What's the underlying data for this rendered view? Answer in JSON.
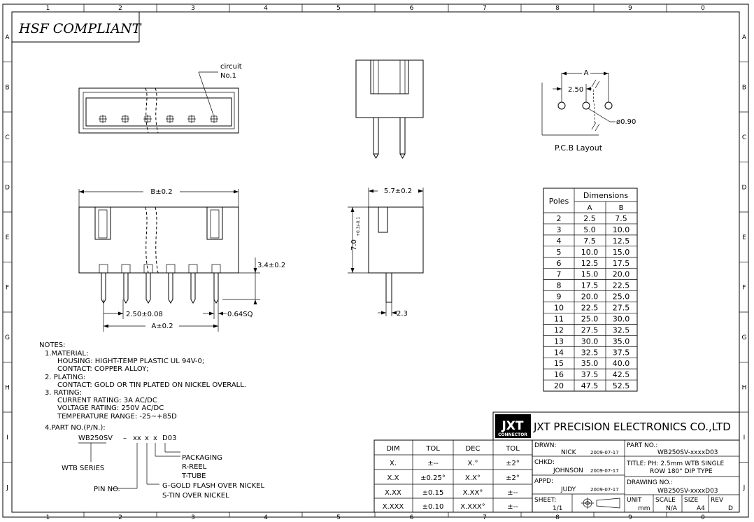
{
  "frame": {
    "cols": [
      "1",
      "2",
      "3",
      "4",
      "5",
      "6",
      "7",
      "8",
      "9",
      "0"
    ],
    "rows": [
      "A",
      "B",
      "C",
      "D",
      "E",
      "F",
      "G",
      "H",
      "I",
      "J"
    ]
  },
  "compliance_label": "HSF COMPLIANT",
  "top_view": {
    "circuit_label": "circuit",
    "no1_label": "No.1"
  },
  "front_view": {
    "dim_b": "B±0.2",
    "dim_height": "3.4±0.2",
    "dim_pitch": "2.50±0.08",
    "dim_pin": "0.64SQ",
    "dim_a": "A±0.2"
  },
  "side_view": {
    "dim_width": "5.7±0.2",
    "dim_height": "7.0",
    "dim_tol": "+0.3/-0.1",
    "dim_pin": "2.3"
  },
  "pcb_layout": {
    "dim_a": "A",
    "pitch": "2.50",
    "hole": "ø0.90",
    "title": "P.C.B  Layout"
  },
  "dimension_table": {
    "poles_header": "Poles",
    "dims_header": "Dimensions",
    "col_a": "A",
    "col_b": "B",
    "rows": [
      [
        "2",
        "2.5",
        "7.5"
      ],
      [
        "3",
        "5.0",
        "10.0"
      ],
      [
        "4",
        "7.5",
        "12.5"
      ],
      [
        "5",
        "10.0",
        "15.0"
      ],
      [
        "6",
        "12.5",
        "17.5"
      ],
      [
        "7",
        "15.0",
        "20.0"
      ],
      [
        "8",
        "17.5",
        "22.5"
      ],
      [
        "9",
        "20.0",
        "25.0"
      ],
      [
        "10",
        "22.5",
        "27.5"
      ],
      [
        "11",
        "25.0",
        "30.0"
      ],
      [
        "12",
        "27.5",
        "32.5"
      ],
      [
        "13",
        "30.0",
        "35.0"
      ],
      [
        "14",
        "32.5",
        "37.5"
      ],
      [
        "15",
        "35.0",
        "40.0"
      ],
      [
        "16",
        "37.5",
        "42.5"
      ],
      [
        "20",
        "47.5",
        "52.5"
      ]
    ]
  },
  "notes": {
    "lines": [
      "NOTES:",
      "1.MATERIAL:",
      "HOUSING:  HIGHT-TEMP  PLASTIC  UL  94V-0;",
      "CONTACT:  COPPER  ALLOY;",
      "2. PLATING:",
      "CONTACT:  GOLD  OR  TIN  PLATED  ON  NICKEL  OVERALL.",
      "3. RATING:",
      "CURRENT  RATING:  3A  AC/DC",
      "VOLTAGE  RATING:  250V  AC/DC",
      "TEMPERATURE  RANGE:  -25~+85D",
      "4.PART  NO.(P/N.):"
    ]
  },
  "part_number": {
    "base": "WB250SV",
    "dash": "–",
    "xx": "xx",
    "x1": "x",
    "x2": "x",
    "suffix": "D03",
    "packaging": "PACKAGING",
    "reel": "R-REEL",
    "tube": "T-TUBE",
    "series": "WTB  SERIES",
    "pin_no": "PIN  NO.",
    "gold": "G-GOLD  FLASH  OVER  NICKEL",
    "tin": "S-TIN  OVER  NICKEL"
  },
  "tolerance_table": {
    "headers": [
      "DIM",
      "TOL",
      "DEC",
      "TOL"
    ],
    "rows": [
      [
        "X.",
        "±--",
        "X.°",
        "±2°"
      ],
      [
        "X.X",
        "±0.25°",
        "X.X°",
        "±2°"
      ],
      [
        "X.XX",
        "±0.15",
        "X.XX°",
        "±--"
      ],
      [
        "X.XXX",
        "±0.10",
        "X.XXX°",
        "±--"
      ]
    ]
  },
  "title_block": {
    "logo": "JXT",
    "logo_sub": "CONNECTOR",
    "company": "JXT PRECISION ELECTRONICS CO.,LTD",
    "drwn_label": "DRWN:",
    "drwn_name": "NICK",
    "drwn_date": "2009-07-17",
    "chkd_label": "CHKD:",
    "chkd_name": "JOHNSON",
    "chkd_date": "2009-07-17",
    "appd_label": "APPD:",
    "appd_name": "JUDY",
    "appd_date": "2009-07-17",
    "sheet_label": "SHEET:",
    "sheet_value": "1/1",
    "part_no_label": "PART  NO.:",
    "part_no_value": "WB250SV-xxxxD03",
    "title_line1": "TITLE: PH: 2.5mm  WTB  SINGLE",
    "title_line2": "ROW  180°  DIP  TYPE",
    "drawing_no_label": "DRAWING  NO.:",
    "drawing_no_value": "WB250SV-xxxxD03",
    "unit_label": "UNIT",
    "unit_value": "mm",
    "scale_label": "SCALE",
    "scale_value": "N/A",
    "size_label": "SIZE",
    "size_value": "A4",
    "rev_label": "REV",
    "rev_value": "D"
  }
}
